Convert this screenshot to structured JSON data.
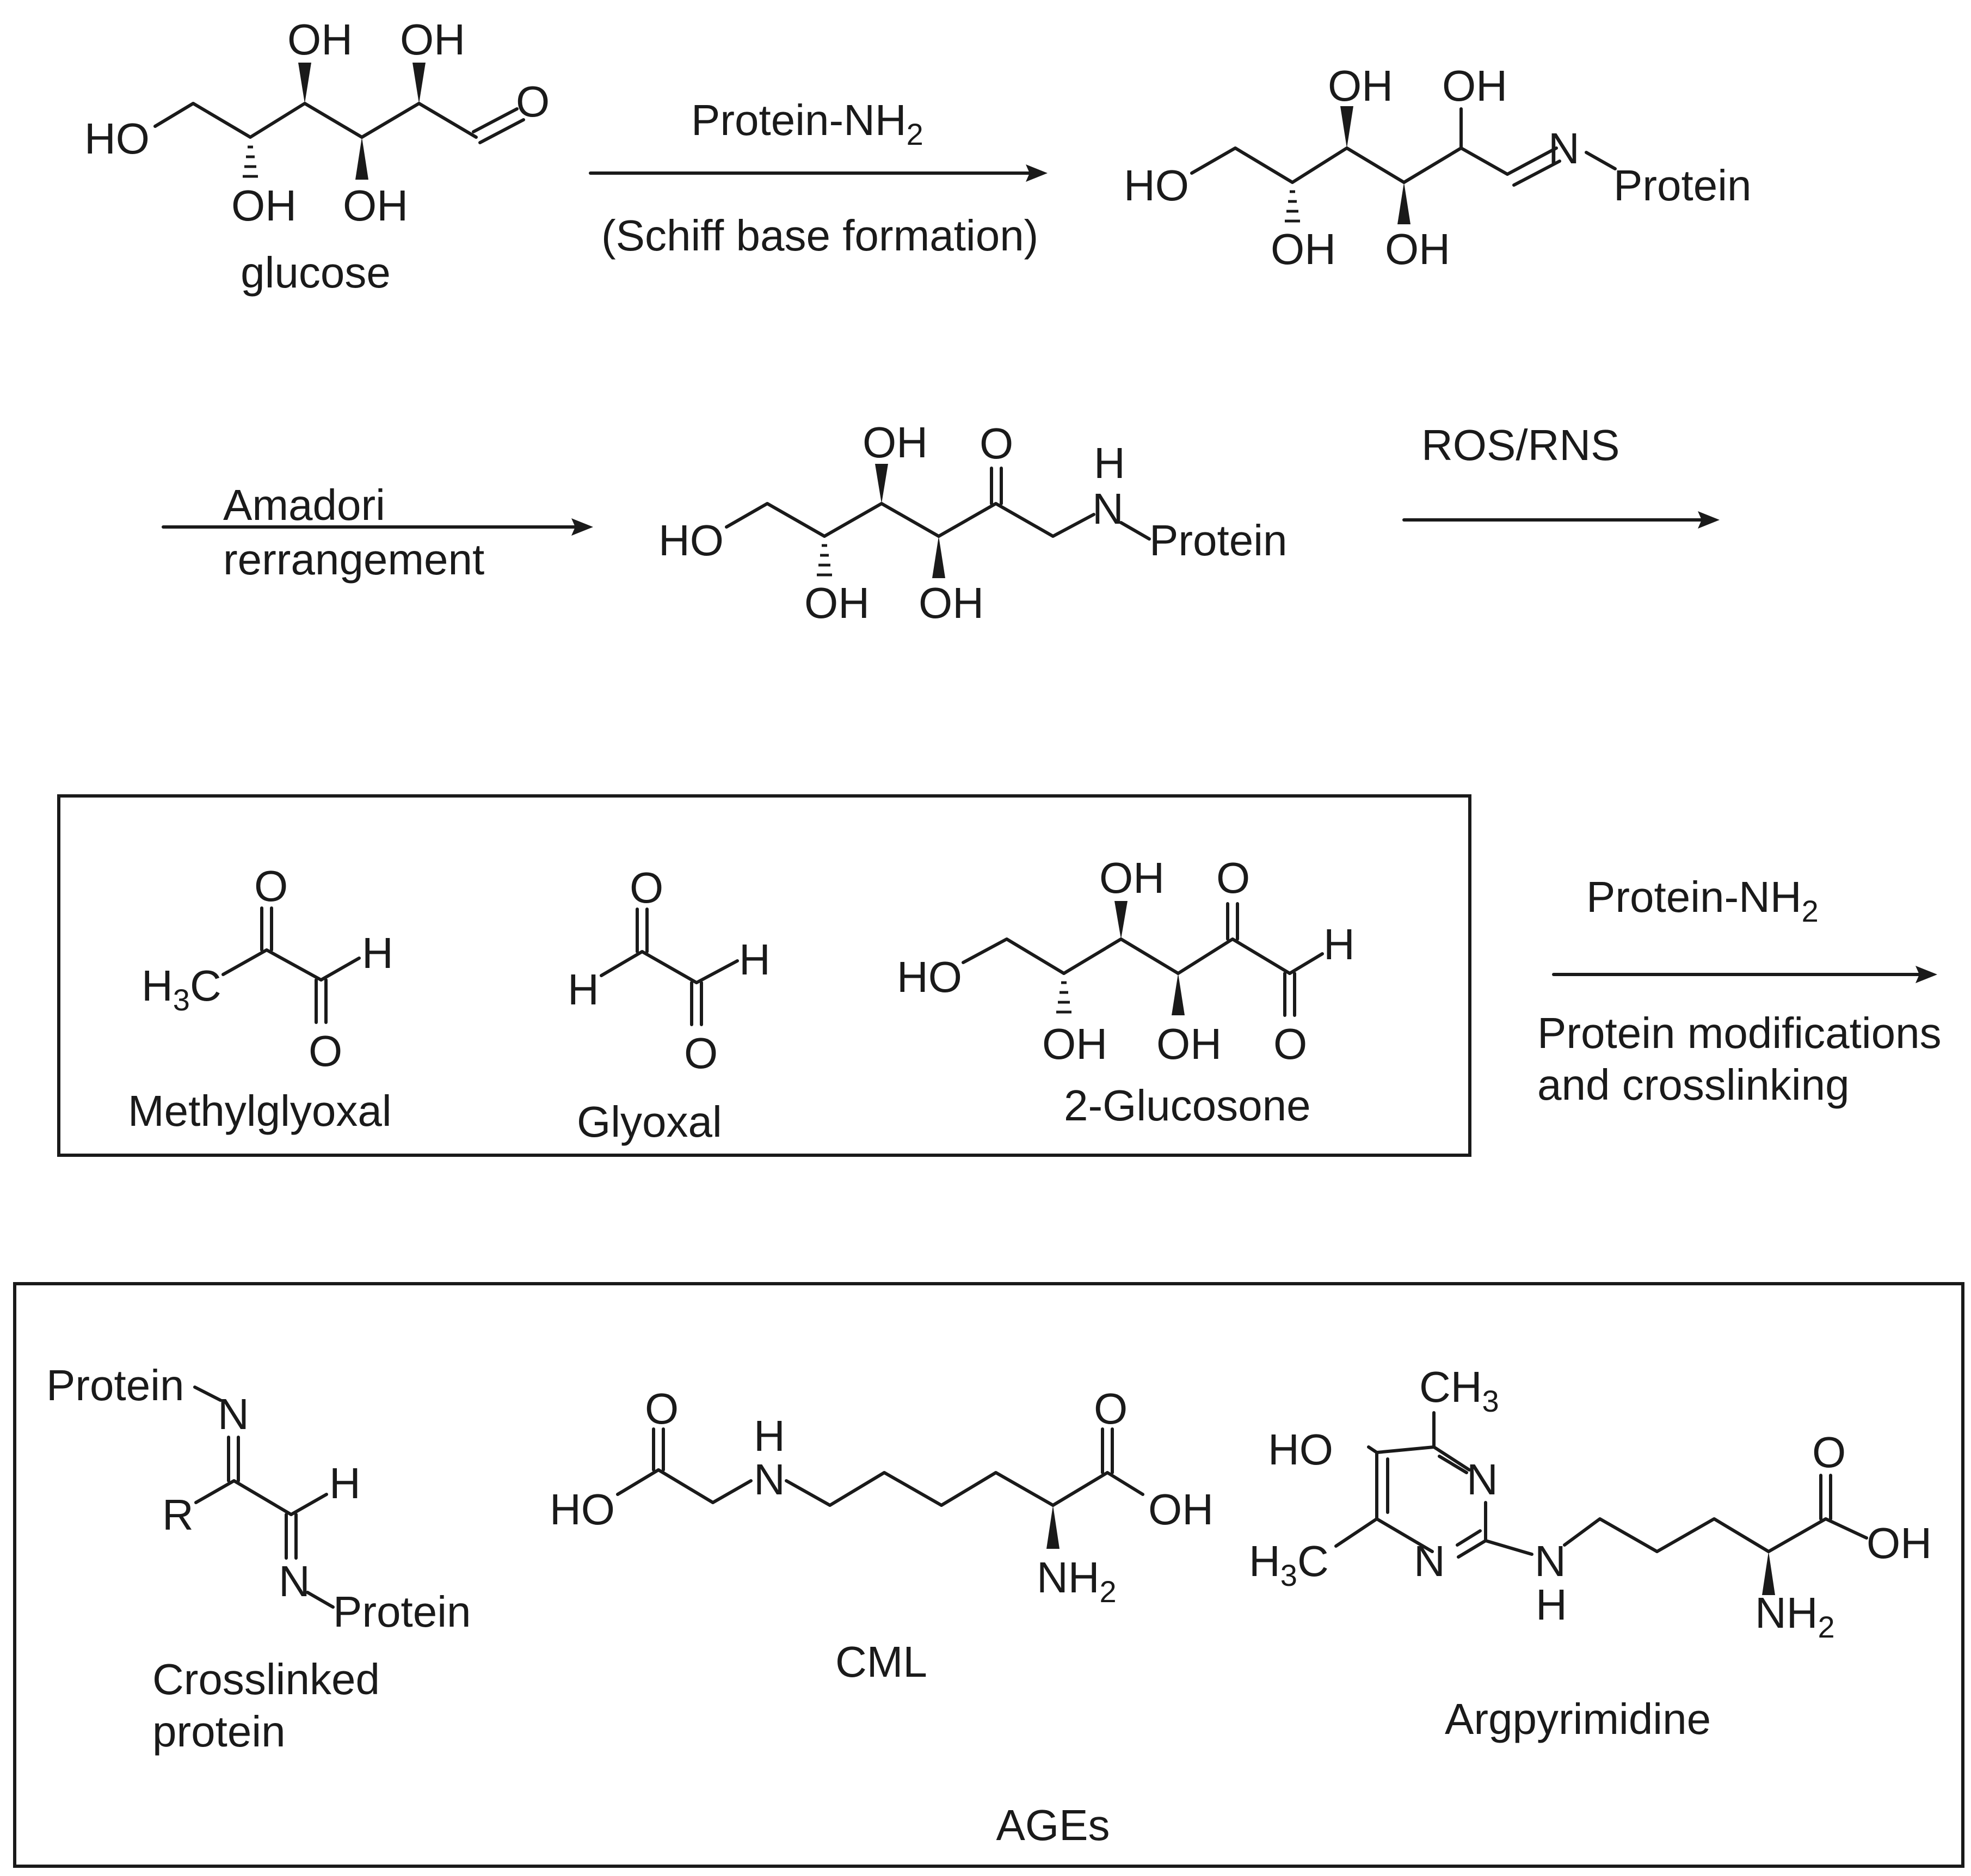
{
  "colors": {
    "ink": "#1a1a1a",
    "background": "#ffffff"
  },
  "atoms": {
    "HO": "HO",
    "OH": "OH",
    "O": "O",
    "N": "N",
    "H": "H",
    "R": "R",
    "Protein": "Protein",
    "H3C_H": "H",
    "H3C_C": "C",
    "CH3_C": "CH",
    "NH2_N": "NH",
    "sub3": "3",
    "sub2": "2"
  },
  "reaction1": {
    "reagent": "Protein-NH",
    "reagent_sub": "2",
    "condition": "(Schiff base formation)"
  },
  "glucose": {
    "name": "glucose"
  },
  "reaction2": {
    "label_line1": "Amadori",
    "label_line2": "rerrangement"
  },
  "reaction3": {
    "reagent": "ROS/RNS"
  },
  "dicarbonyls": {
    "items": [
      {
        "name": "Methylglyoxal"
      },
      {
        "name": "Glyoxal"
      },
      {
        "name": "2-Glucosone"
      }
    ]
  },
  "reaction4": {
    "reagent": "Protein-NH",
    "reagent_sub": "2",
    "product_line1": "Protein modifications",
    "product_line2": "and crosslinking"
  },
  "ages": {
    "title": "AGEs",
    "items": [
      {
        "name_line1": "Crosslinked",
        "name_line2": "protein"
      },
      {
        "name_line1": "CML"
      },
      {
        "name_line1": "Argpyrimidine"
      }
    ]
  }
}
